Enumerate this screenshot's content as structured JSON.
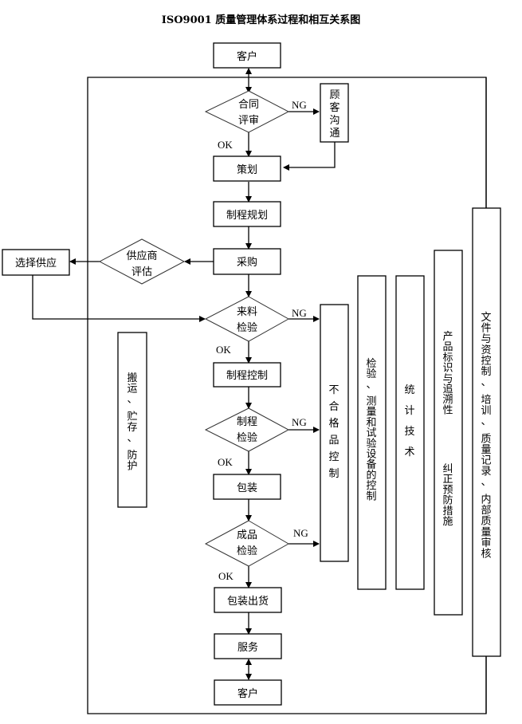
{
  "title": "ISO9001 质量管理体系过程和相互关系图",
  "nodes": {
    "customer_top": "客户",
    "contract_review": [
      "合同",
      "评审"
    ],
    "customer_communication": "顾客沟通",
    "planning": "策划",
    "process_planning": "制程规划",
    "purchasing": "采购",
    "supplier_evaluation": [
      "供应商",
      "评估"
    ],
    "select_supplier": "选择供应",
    "incoming_inspection": [
      "来料",
      "检验"
    ],
    "process_control": "制程控制",
    "process_inspection": [
      "制程",
      "检验"
    ],
    "packaging": "包装",
    "final_inspection": [
      "成品",
      "检验"
    ],
    "packing_shipping": "包装出货",
    "service": "服务",
    "customer_bottom": "客户",
    "nonconforming_control": "不合格品控制",
    "handling_storage": "搬运、贮存、防护",
    "inspection_equipment": "检验、测量和试验设备的控制",
    "statistical_techniques": "统计技术",
    "product_traceability": "产品标识与追溯性",
    "corrective_preventive": "纠正预防措施",
    "document_control": "文件与资控制、培训、质量记录、内部质量审核"
  },
  "edge_labels": {
    "ng": "NG",
    "ok": "OK"
  }
}
